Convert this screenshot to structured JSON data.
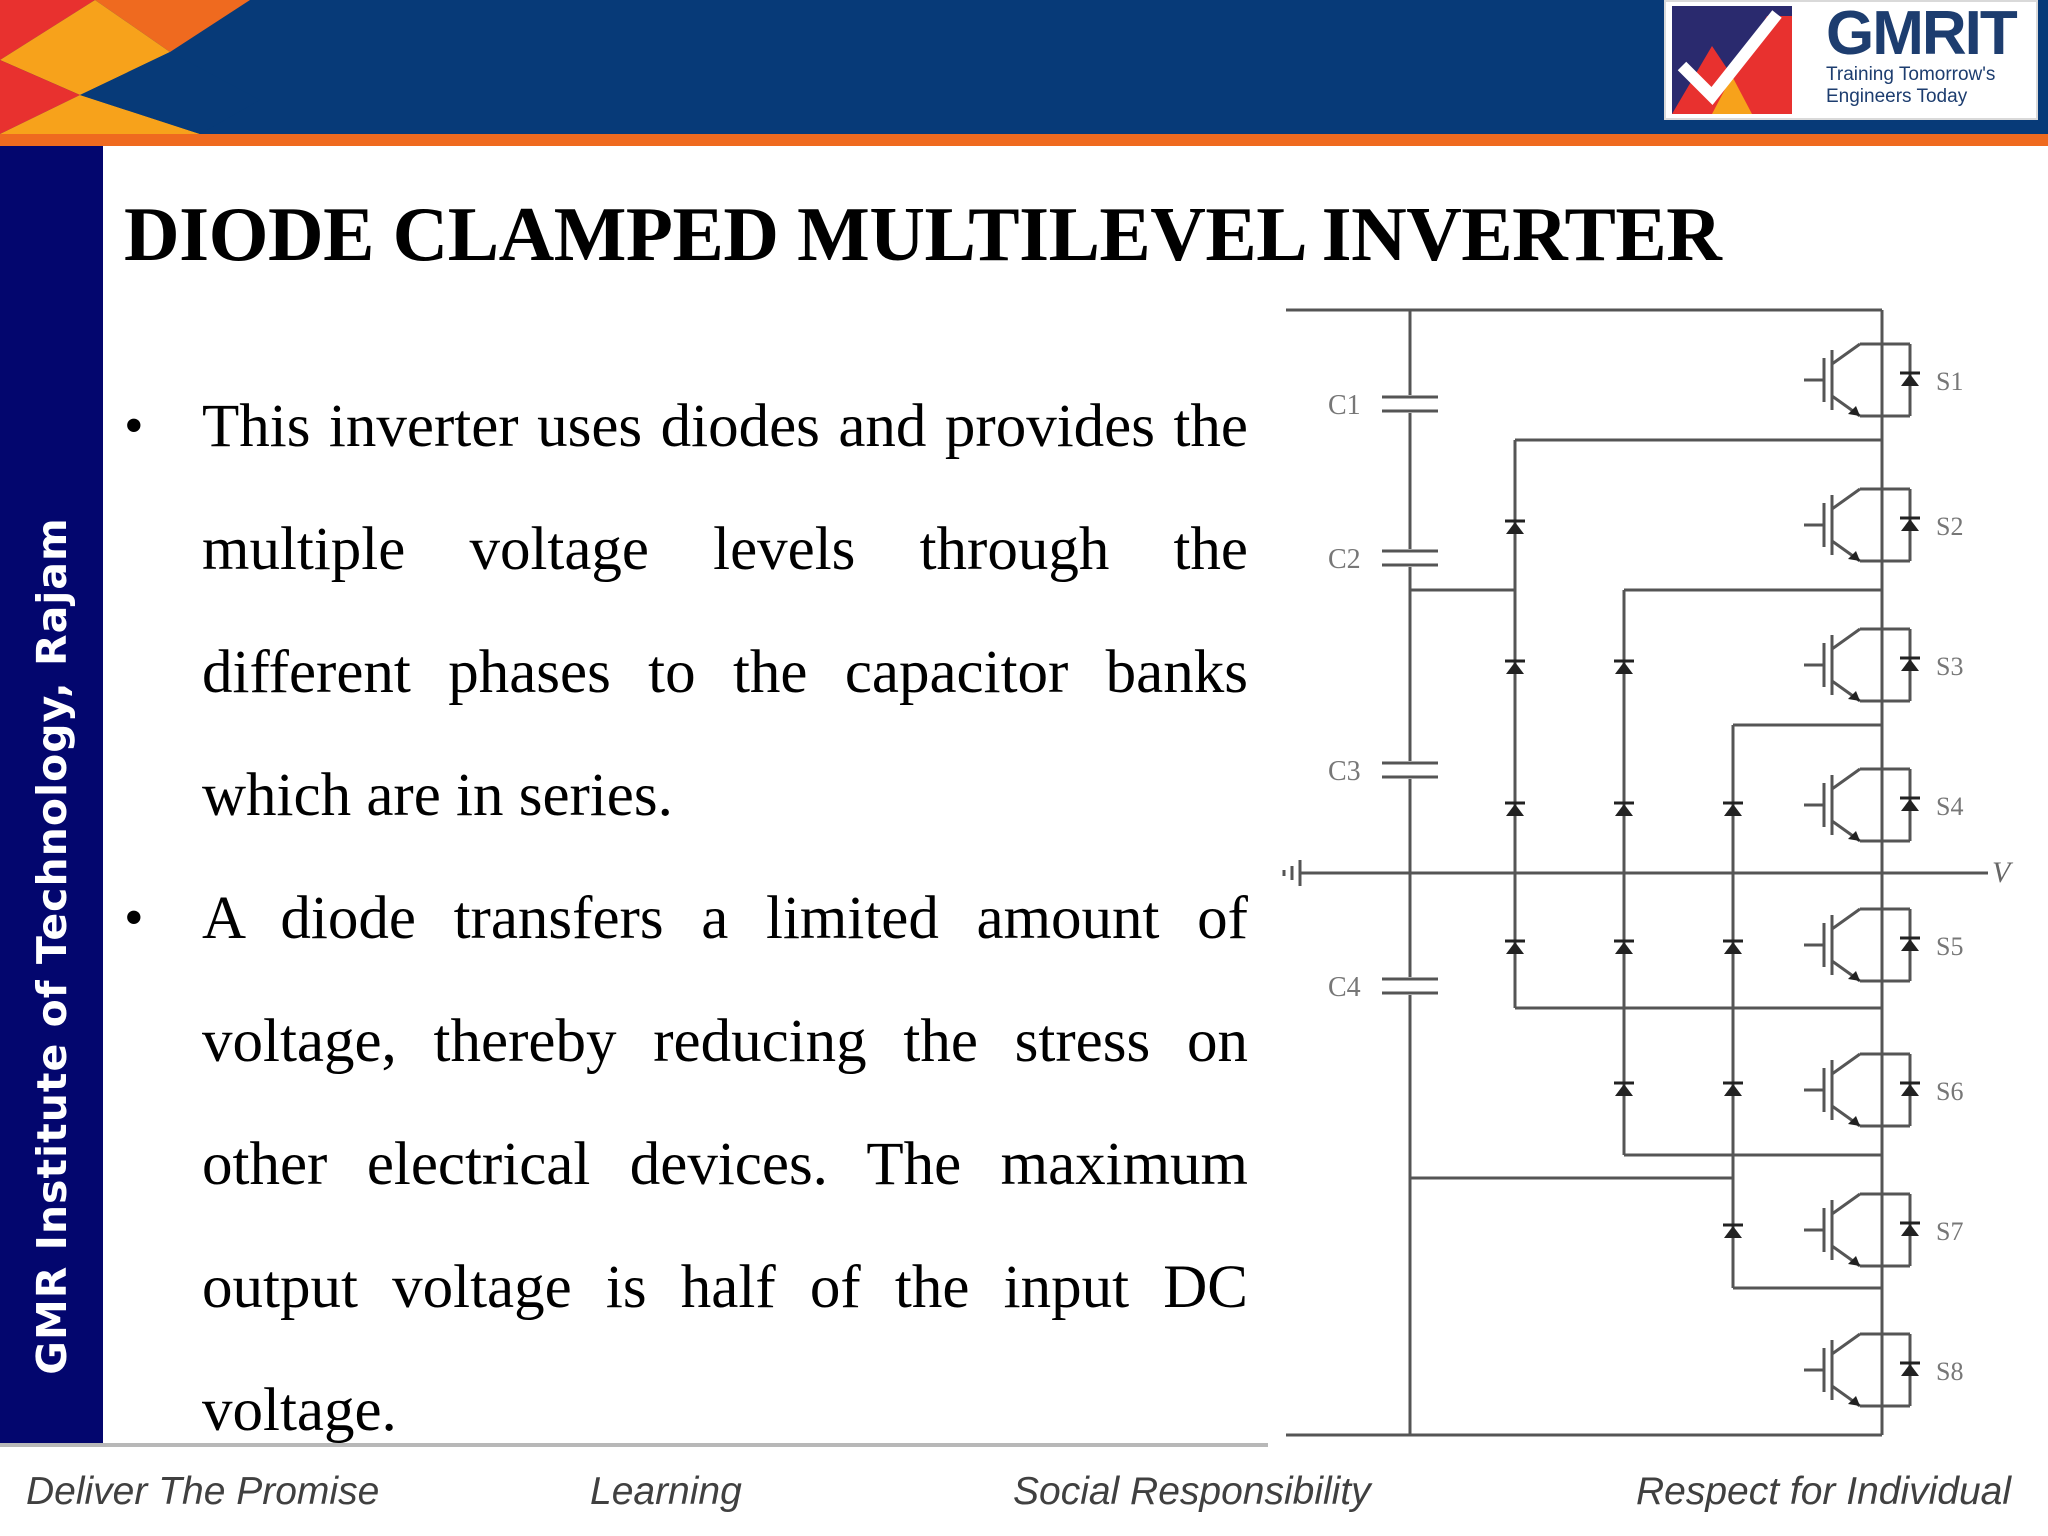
{
  "header": {
    "logo": {
      "name": "GMRIT",
      "tagline": "Training Tomorrow's Engineers Today"
    },
    "colors": {
      "band": "#073a78",
      "stripe": "#ef6a1f",
      "sidebar": "#03066e"
    }
  },
  "sidebar": {
    "label": "GMR Institute of Technology, Rajam"
  },
  "slide": {
    "title": "DIODE CLAMPED MULTILEVEL INVERTER",
    "bullets": [
      {
        "marker": "•",
        "text": "This inverter uses diodes and provides the multiple voltage levels through the different phases to the capacitor banks which are in series."
      },
      {
        "marker": "•",
        "text": "A diode transfers a limited amount of voltage, thereby reducing the stress on other electrical devices. The maximum output voltage is half of the input DC voltage."
      }
    ]
  },
  "circuit": {
    "capacitors": [
      "C1",
      "C2",
      "C3",
      "C4"
    ],
    "switches": [
      "S1",
      "S2",
      "S3",
      "S4",
      "S5",
      "S6",
      "S7",
      "S8"
    ],
    "output_label": "V"
  },
  "footer": {
    "items": [
      "Deliver The Promise",
      "Learning",
      "Social Responsibility",
      "Respect for Individual"
    ]
  }
}
